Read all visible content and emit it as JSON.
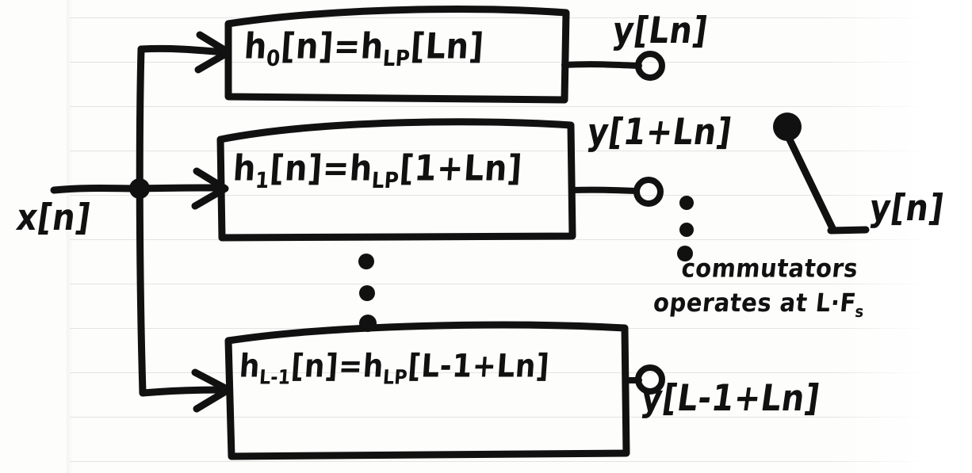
{
  "diagram": {
    "title": "Polyphase interpolation filter bank with output commutator",
    "ink_color": "#111111",
    "paper_color": "#fdfdfc",
    "rule_color": "#e3e4e2"
  },
  "input": {
    "label": "x[n]",
    "signal_name": "x",
    "index": "n"
  },
  "branches": [
    {
      "id": "branch-0",
      "filter_lhs": "h",
      "filter_lhs_sub": "0",
      "filter_lhs_arg": "[n]",
      "equals": "=",
      "filter_rhs": "h",
      "filter_rhs_sub": "LP",
      "filter_rhs_arg": "[Ln]",
      "equation_plain": "h0[n] = hLP[Ln]",
      "output_label": "y[Ln]",
      "output_signal": "y",
      "output_arg": "[Ln]"
    },
    {
      "id": "branch-1",
      "filter_lhs": "h",
      "filter_lhs_sub": "1",
      "filter_lhs_arg": "[n]",
      "equals": "=",
      "filter_rhs": "h",
      "filter_rhs_sub": "LP",
      "filter_rhs_arg": "[1+Ln]",
      "equation_plain": "h1[n] = hLP[1+Ln]",
      "output_label": "y[1+Ln]",
      "output_signal": "y",
      "output_arg": "[1+Ln]"
    },
    {
      "id": "branch-last",
      "filter_lhs": "h",
      "filter_lhs_sub": "L-1",
      "filter_lhs_arg": "[n]",
      "equals": "=",
      "filter_rhs": "h",
      "filter_rhs_sub": "LP",
      "filter_rhs_arg": "[L-1+Ln]",
      "equation_plain": "hL-1[n] = hLP[L-1+Ln]",
      "output_label": "y[L-1+Ln]",
      "output_signal": "y",
      "output_arg": "[L-1+Ln]"
    }
  ],
  "ellipsis": {
    "branch_gap_glyph": "three vertical dots",
    "commutator_gap_glyph": "three vertical dots"
  },
  "commutator": {
    "output_label": "y[n]",
    "annotation_line1": "commutators",
    "annotation_line2_prefix": "operates at ",
    "annotation_rate": "L",
    "annotation_dot": "·",
    "annotation_freq": "F",
    "annotation_freq_sub": "s",
    "annotation_plain": "commutators operates at L·Fs"
  }
}
